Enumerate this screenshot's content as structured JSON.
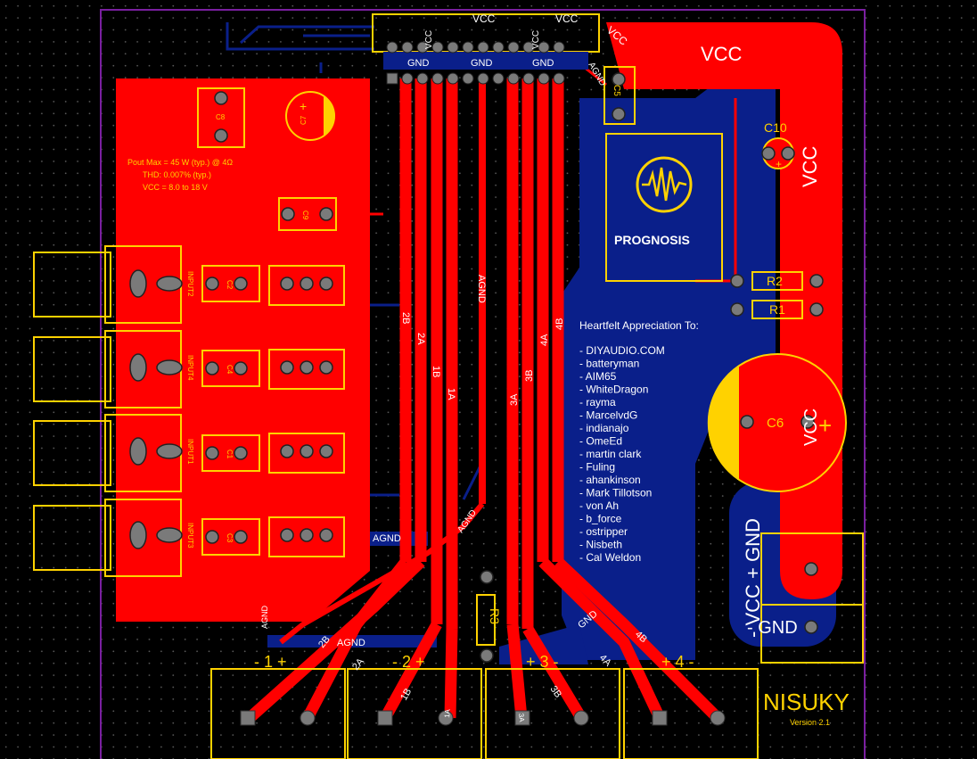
{
  "colors": {
    "background": "#000000",
    "copper_top": "#ff0000",
    "copper_bottom": "#0a1f8a",
    "silkscreen": "#ffd200",
    "outline": "#7a1fa0",
    "pad": "#7a7a7a",
    "silk_white": "#ffffff"
  },
  "power": {
    "vcc_top": "VCC",
    "vcc_bottom_left": "VCC",
    "vcc_bottom_right": "VCC",
    "vcc_header_left": "VCC",
    "vcc_header_right": "VCC",
    "vcc_pad_corner": "VCC",
    "vcc_big": "VCC",
    "vcc_right_vertical": "VCC",
    "vcc_c6": "VCC",
    "vcc_gnd_terminal": "- VCC + GND",
    "gnd_terminal": "- GND"
  },
  "header_labels": {
    "gnd1": "GND",
    "gnd2": "GND",
    "gnd3": "GND",
    "agnd_corner": "AGND"
  },
  "components": {
    "c5": "C5",
    "c6": "C6",
    "c7": "C7",
    "c8": "C8",
    "c9": "C9",
    "c10": "C10",
    "r1": "R1",
    "r2": "R2",
    "r3": "R3",
    "c1": "C1",
    "c2": "C2",
    "c3": "C3",
    "c4": "C4"
  },
  "inputs": [
    "INPUT2",
    "INPUT4",
    "INPUT1",
    "INPUT3"
  ],
  "specs": {
    "pout": "Pout Max = 45 W (typ.) @ 4Ω",
    "thd": "THD: 0.007% (typ.)",
    "vcc": "VCC = 8.0 to 18 V"
  },
  "logo": {
    "text": "PROGNOSIS"
  },
  "traces": {
    "t2b": "2B",
    "t2a": "2A",
    "t1b": "1B",
    "t1a": "1A",
    "tagnd": "AGND",
    "t3a": "3A",
    "t3b": "3B",
    "t4a": "4A",
    "t4b": "4B",
    "agnd_left": "AGND",
    "agnd_bottom": "AGND",
    "agnd_mid": "AGND",
    "agnd_diag": "AGND",
    "gnd_diag": "GND",
    "b2b": "2B",
    "b2a": "2A",
    "b1b": "1B",
    "b1a": "1A",
    "b3a": "3A",
    "b3b": "3B",
    "b4a": "4A",
    "b4b": "4B"
  },
  "appreciation": {
    "title": "Heartfelt Appreciation To:",
    "names": [
      "- DIYAUDIO.COM",
      "- batteryman",
      "- AIM65",
      "- WhiteDragon",
      "- rayma",
      "- MarcelvdG",
      "- indianajo",
      "- OmeEd",
      "- martin clark",
      "- Fuling",
      "- ahankinson",
      "- Mark Tillotson",
      "- von Ah",
      "- b_force",
      "- ostripper",
      "- Nisbeth",
      "- Cal Weldon"
    ]
  },
  "outputs": [
    "- 1 +",
    "- 2 +",
    "+ 3 -",
    "+ 4 -"
  ],
  "brand": {
    "name": "NISUKY",
    "version": "Version 2.1"
  }
}
